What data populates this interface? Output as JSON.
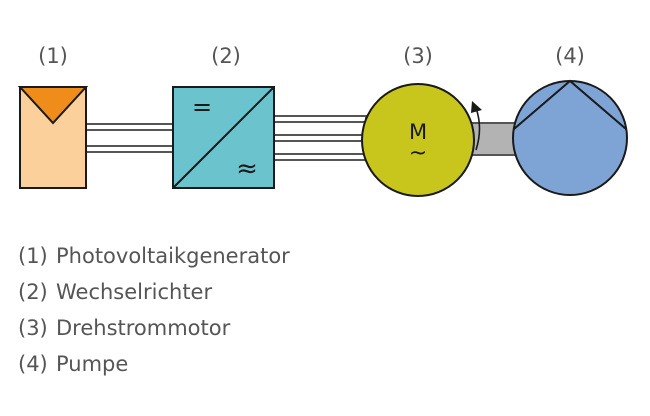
{
  "components": [
    {
      "id": "pv",
      "number": "(1)",
      "fill": "#fcd09b",
      "accent": "#f08c1a"
    },
    {
      "id": "inverter",
      "number": "(2)",
      "fill": "#6bc3cd",
      "symbol_dc": "=",
      "symbol_ac": "≈"
    },
    {
      "id": "motor",
      "number": "(3)",
      "fill": "#c8c51c",
      "symbol_m": "M",
      "symbol_tilde": "~"
    },
    {
      "id": "pump",
      "number": "(4)",
      "fill": "#7ea4d6"
    }
  ],
  "legend": [
    {
      "number": "(1)",
      "label": "Photovoltaikgenerator"
    },
    {
      "number": "(2)",
      "label": "Wechselrichter"
    },
    {
      "number": "(3)",
      "label": "Drehstrommotor"
    },
    {
      "number": "(4)",
      "label": "Pumpe"
    }
  ],
  "colors": {
    "wire": "#555555",
    "shaft": "#b3b3b3",
    "outline": "#1a1a1a",
    "text": "#555555"
  }
}
